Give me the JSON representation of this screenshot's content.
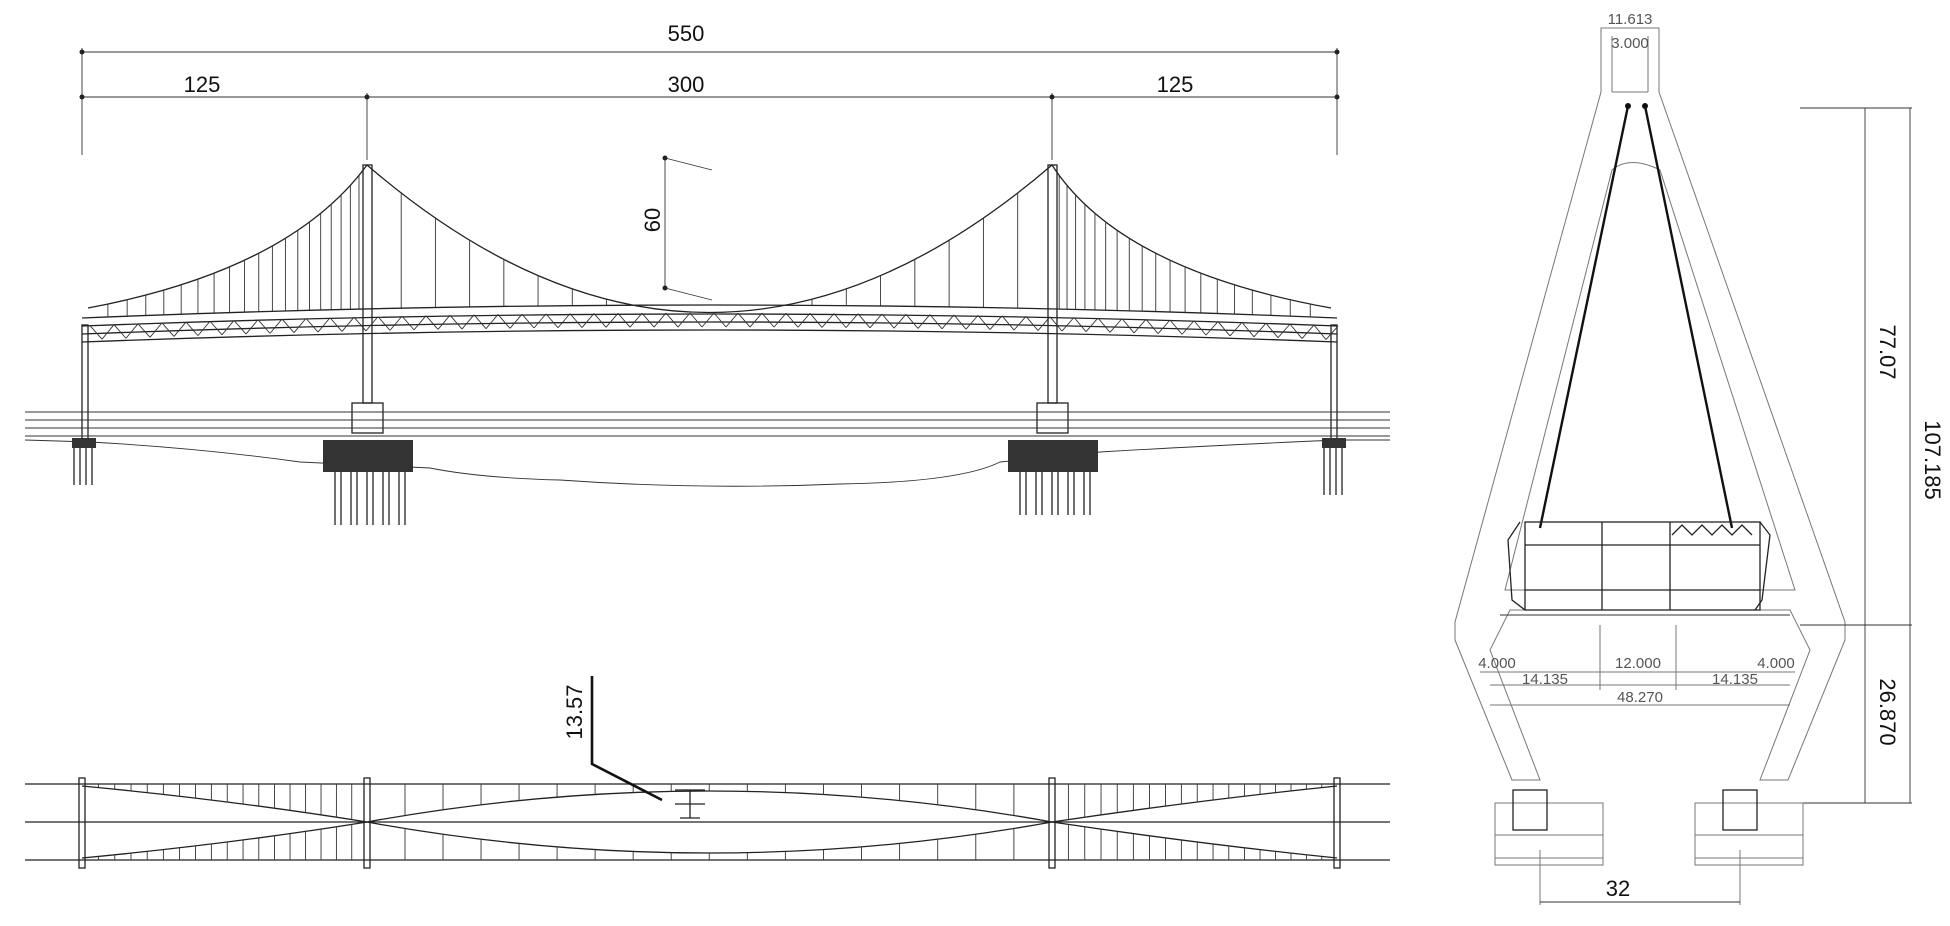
{
  "elevation": {
    "total_span": "550",
    "side_span_left": "125",
    "main_span": "300",
    "side_span_right": "125",
    "sag": "60"
  },
  "plan": {
    "offset": "13.57"
  },
  "section": {
    "top_width": "11.613",
    "top_inner": "3.000",
    "edge_left": "4.000",
    "edge_right": "4.000",
    "center_width": "12.000",
    "half_left": "14.135",
    "half_right": "14.135",
    "deck_width": "48.270",
    "upper_height": "77.07",
    "total_height": "107.185",
    "lower_height": "26.870",
    "base_spacing": "32"
  },
  "colors": {
    "line": "#222222",
    "background": "#ffffff"
  }
}
